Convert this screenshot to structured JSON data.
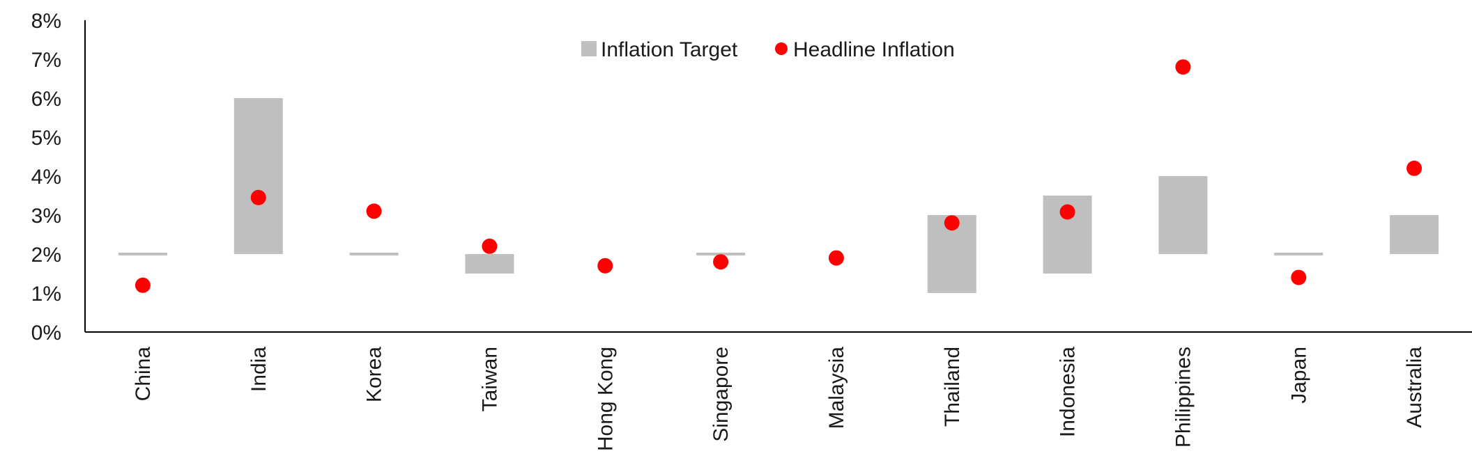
{
  "chart_data": {
    "type": "range-bar-scatter",
    "categories": [
      "China",
      "India",
      "Korea",
      "Taiwan",
      "Hong Kong",
      "Singapore",
      "Malaysia",
      "Thailand",
      "Indonesia",
      "Philippines",
      "Japan",
      "Australia"
    ],
    "series": [
      {
        "name": "Inflation Target",
        "kind": "range",
        "color": "#bfbfbf",
        "ranges": [
          [
            2.0,
            2.0
          ],
          [
            2.0,
            6.0
          ],
          [
            2.0,
            2.0
          ],
          [
            1.5,
            2.0
          ],
          null,
          [
            2.0,
            2.0
          ],
          null,
          [
            1.0,
            3.0
          ],
          [
            1.5,
            3.5
          ],
          [
            2.0,
            4.0
          ],
          [
            2.0,
            2.0
          ],
          [
            2.0,
            3.0
          ]
        ]
      },
      {
        "name": "Headline Inflation",
        "kind": "point",
        "color": "#ff0000",
        "values": [
          1.2,
          3.45,
          3.1,
          2.2,
          1.7,
          1.8,
          1.9,
          2.8,
          3.08,
          6.8,
          1.4,
          4.2
        ]
      }
    ],
    "ylim": [
      0,
      8
    ],
    "yticks": [
      0,
      1,
      2,
      3,
      4,
      5,
      6,
      7,
      8
    ],
    "ytick_labels": [
      "0%",
      "1%",
      "2%",
      "3%",
      "4%",
      "5%",
      "6%",
      "7%",
      "8%"
    ],
    "legend_position": "top-center",
    "grid": false
  }
}
